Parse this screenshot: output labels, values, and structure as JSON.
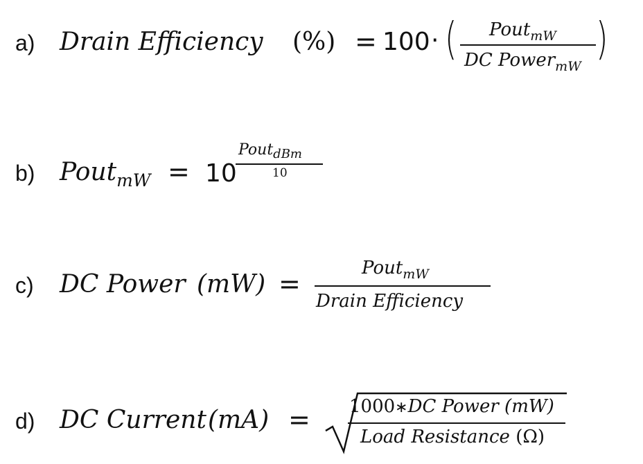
{
  "equations": {
    "a": {
      "label": "a)",
      "lhs": "Drain Efficiency",
      "lhs_unit": "(%)",
      "equals": "=",
      "factor": "100",
      "dot": "·",
      "paren_open": "(",
      "paren_close": ")",
      "num_main": "Pout",
      "num_sub": "mW",
      "den_main": "DC Power",
      "den_sub": "mW"
    },
    "b": {
      "label": "b)",
      "lhs_main": "Pout",
      "lhs_sub": "mW",
      "equals": "=",
      "base": "10",
      "exp_num_main": "Pout",
      "exp_num_sub": "dBm",
      "exp_den": "10"
    },
    "c": {
      "label": "c)",
      "lhs": "DC Power",
      "lhs_unit": "(mW)",
      "equals": "=",
      "num_main": "Pout",
      "num_sub": "mW",
      "den": "Drain Efficiency"
    },
    "d": {
      "label": "d)",
      "lhs": "DC Current",
      "lhs_unit": "(mA)",
      "equals": "=",
      "num_prefix": "1000",
      "num_star": "∗",
      "num_rest": "DC Power",
      "num_unit": "(mW)",
      "den": "Load Resistance",
      "den_unit": "(Ω)"
    }
  }
}
